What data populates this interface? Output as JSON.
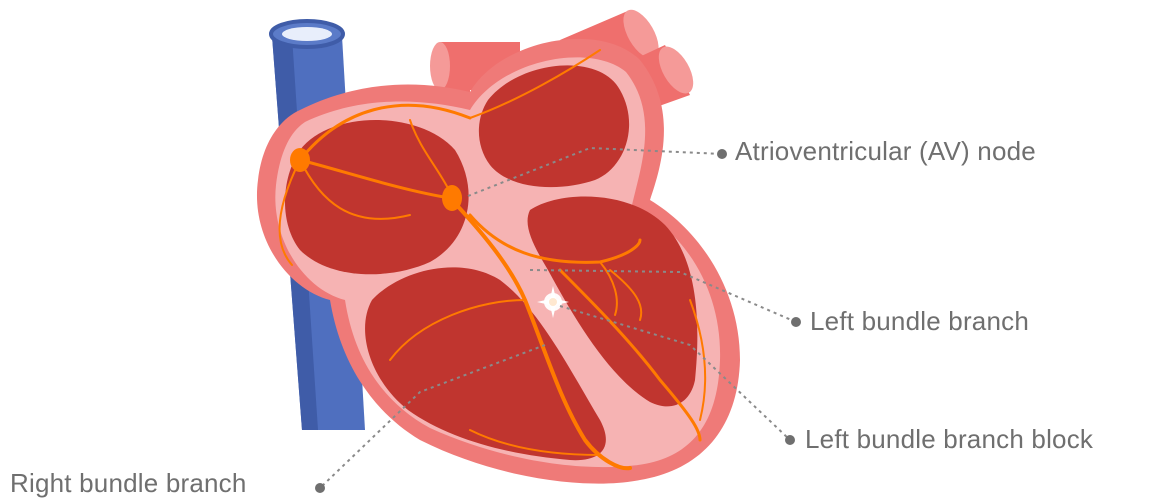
{
  "labels": {
    "av_node": "Atrioventricular (AV) node",
    "left_bundle_branch": "Left bundle branch",
    "left_bundle_branch_block": "Left bundle branch block",
    "right_bundle_branch": "Right bundle branch"
  },
  "colors": {
    "vena_cava": "#4f6fbf",
    "heart_outer": "#ef7a78",
    "heart_wall": "#f6b3b3",
    "chamber": "#c0352f",
    "conduction": "#ff7a00",
    "leader_line": "#8a8a8a",
    "label_text": "#6f6f6f"
  }
}
